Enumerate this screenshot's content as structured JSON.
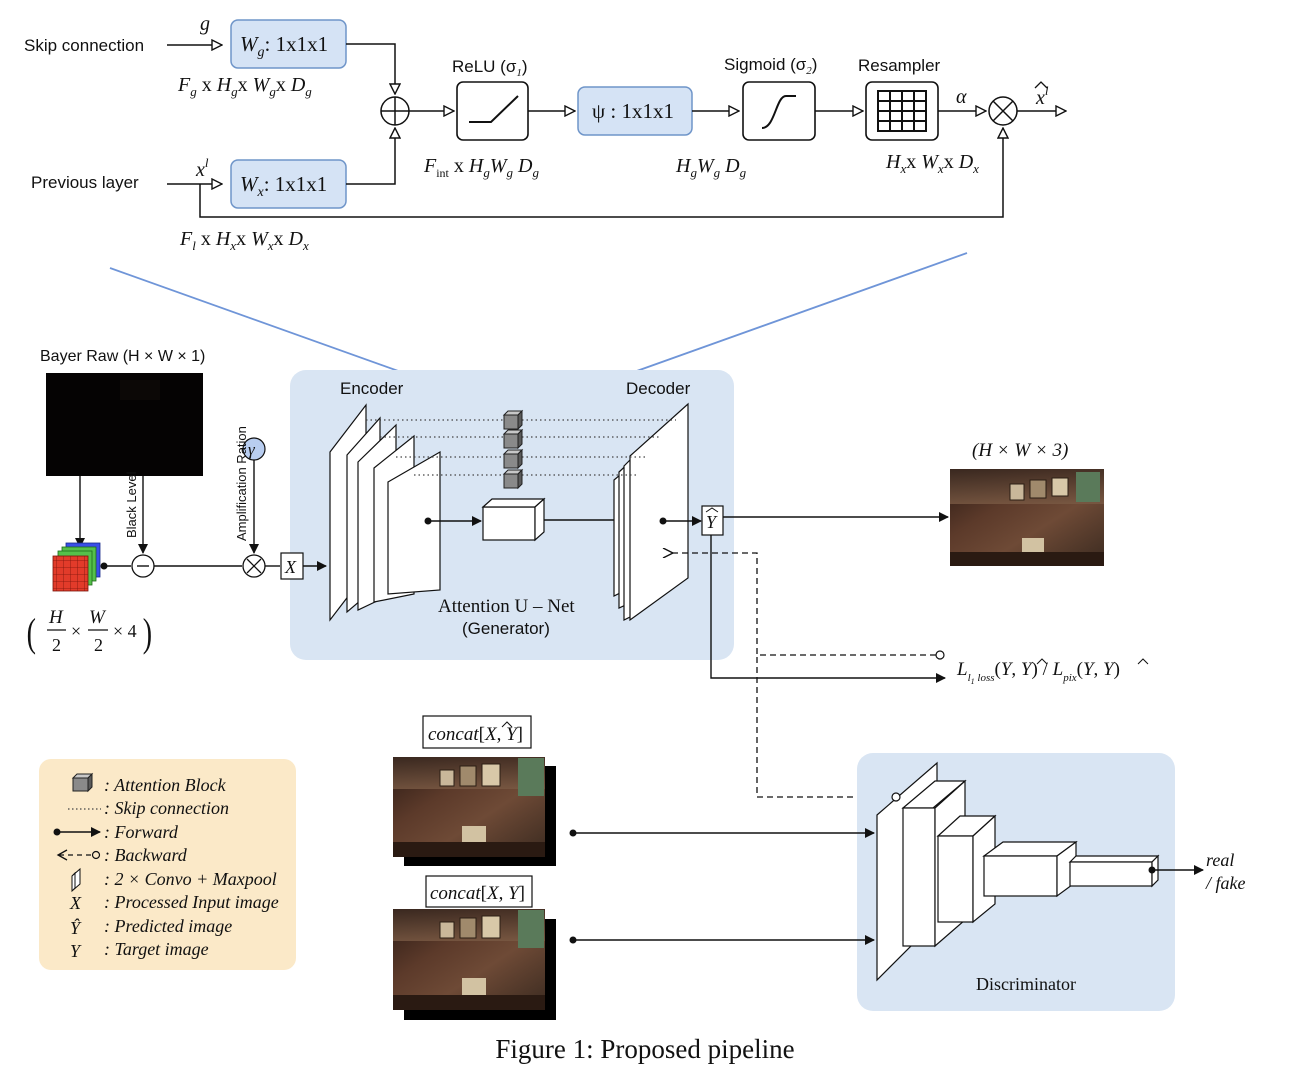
{
  "caption": "Figure 1: Proposed pipeline",
  "attention_gate": {
    "skip_connection_label": "Skip connection",
    "previous_layer_label": "Previous layer",
    "g_symbol": "g",
    "x_symbol": "x",
    "x_sup": "l",
    "wg_label": "W",
    "wg_sub": "g",
    "wg_suffix": ": 1x1x1",
    "wx_label": "W",
    "wx_sub": "x",
    "wx_suffix": ": 1x1x1",
    "fg_dims": "F",
    "relu_label": "ReLU (σ",
    "relu_sub": "1",
    "psi_label": "ψ : 1x1x1",
    "sigmoid_label": "Sigmoid (σ",
    "sigmoid_sub": "2",
    "resampler_label": "Resampler",
    "alpha_symbol": "α",
    "output_symbol": "x",
    "output_sup": "l",
    "dims_below_relu": "F",
    "dims_below_psi": "H",
    "dims_below_resampler": "H",
    "dims_below_wx": "F"
  },
  "pipeline": {
    "bayer_raw_label": "Bayer Raw (H × W × 1)",
    "black_level_label": "Black Level",
    "amplification_label": "Amplification Ration",
    "gamma_symbol": "γ",
    "x_box": "X",
    "packed_h": "H",
    "packed_w": "W",
    "packed_two": "2",
    "packed_four": "× 4",
    "encoder_label": "Encoder",
    "decoder_label": "Decoder",
    "unet_label": "Attention U – Net",
    "generator_label": "(Generator)",
    "yhat_box": "Y",
    "output_dims": "(H × W × 3)",
    "loss_label": "L",
    "concat_pred": "concat[X, Y]",
    "concat_target": "concat[X, Y]",
    "discriminator_label": "Discriminator",
    "real_label": "real",
    "fake_label": "/ fake"
  },
  "legend": {
    "items": [
      {
        "symbol": "cube",
        "text": ": Attention Block"
      },
      {
        "symbol": "dotted",
        "text": ": Skip connection"
      },
      {
        "symbol": "forward",
        "text": ": Forward"
      },
      {
        "symbol": "backward",
        "text": ": Backward"
      },
      {
        "symbol": "slab",
        "text": ": 2 × Convo + Maxpool"
      },
      {
        "symbol": "X",
        "text": ": Processed Input image"
      },
      {
        "symbol": "Ŷ",
        "text": ": Predicted image"
      },
      {
        "symbol": "Y",
        "text": ": Target image"
      }
    ]
  },
  "colors": {
    "block_fill": "#d5e3f5",
    "block_stroke": "#6f95c9",
    "panel_fill": "#d9e5f3",
    "legend_fill": "#fbe9c8",
    "line": "#111111",
    "zoom_line": "#6f95d8"
  }
}
